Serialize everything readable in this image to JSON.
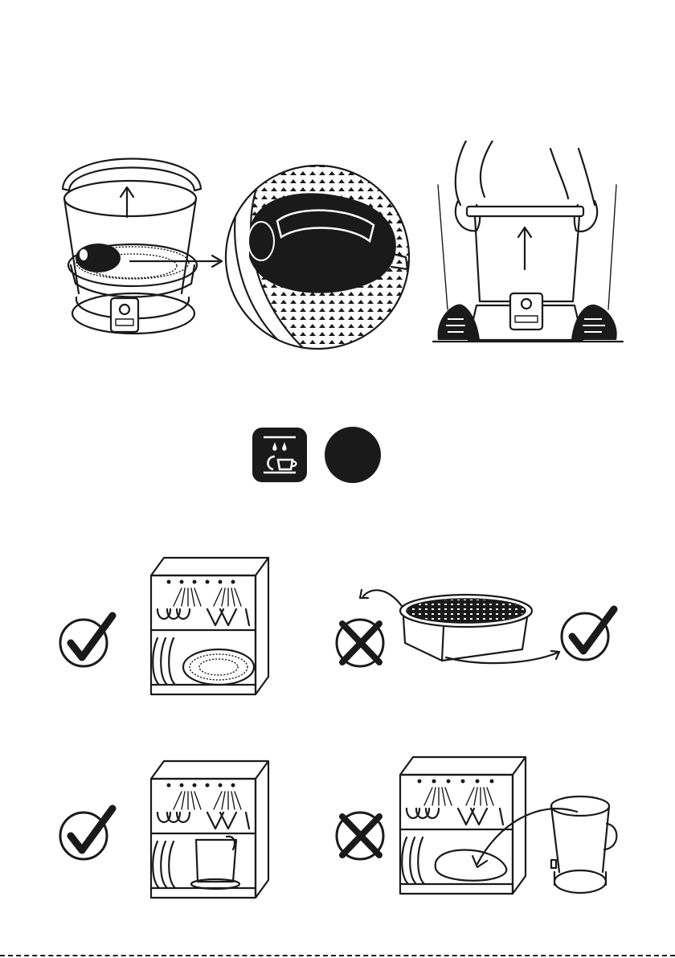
{
  "colors": {
    "ink": "#1a1a1a",
    "paper": "#ffffff"
  },
  "icons": {
    "dishwasher_safe": "dishwasher-safe-icon",
    "status_dot": "black-dot-icon",
    "check": "check-circle-icon",
    "cross": "cross-circle-icon"
  },
  "steps": [
    "lift-inner-bucket",
    "detail-magnified",
    "lift-pedal-bin",
    "dishwasher-symbols",
    "lid-dishwasher-safe",
    "filter-tray-handling",
    "bucket-dishwasher-safe",
    "outer-bin-not-dishwasher-safe"
  ]
}
